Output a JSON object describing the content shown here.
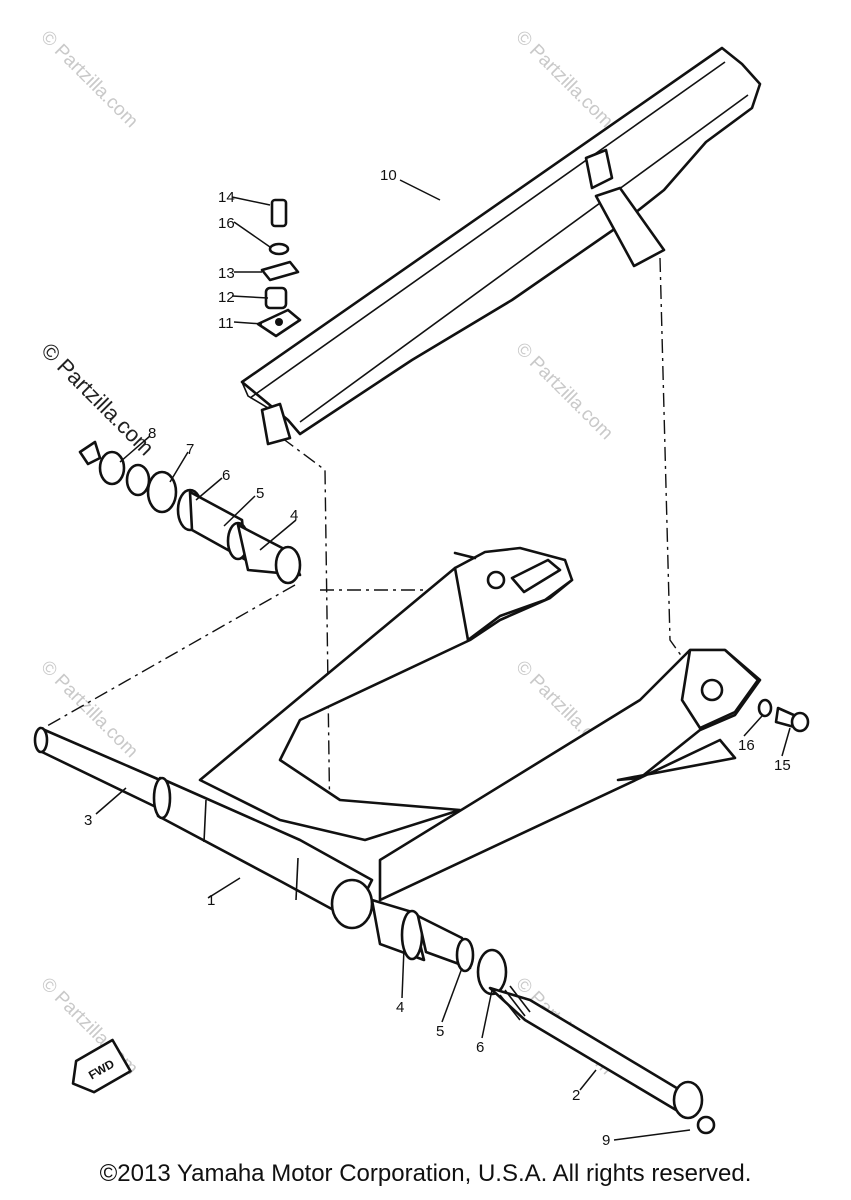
{
  "watermark_text": "© Partzilla.com",
  "copyright": "©2013  Yamaha Motor Corporation, U.S.A. All rights reserved.",
  "fwd_label": "FWD",
  "callouts": [
    "1",
    "2",
    "3",
    "4",
    "5",
    "6",
    "7",
    "8",
    "9",
    "10",
    "11",
    "12",
    "13",
    "14",
    "16",
    "4",
    "5",
    "6",
    "16",
    "15"
  ]
}
